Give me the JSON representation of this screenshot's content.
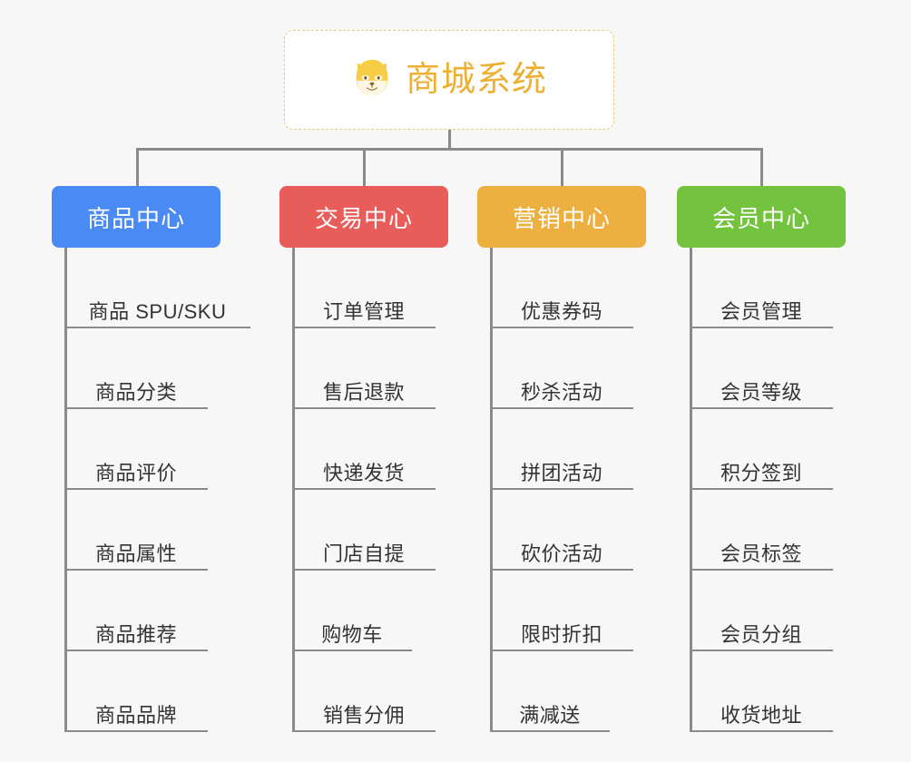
{
  "diagram": {
    "title": "商城系统",
    "root_icon": "shiba-dog-icon",
    "root": {
      "label": "商城系统",
      "border_color": "#efc47a",
      "text_color": "#eeb033",
      "background": "#ffffff"
    },
    "connector_color": "#8a8a8a",
    "background": "#f7f7f7",
    "branches": [
      {
        "label": "商品中心",
        "color": "#4a8af4",
        "items": [
          "商品 SPU/SKU",
          "商品分类",
          "商品评价",
          "商品属性",
          "商品推荐",
          "商品品牌"
        ]
      },
      {
        "label": "交易中心",
        "color": "#e85d59",
        "items": [
          "订单管理",
          "售后退款",
          "快递发货",
          "门店自提",
          "购物车",
          "销售分佣"
        ]
      },
      {
        "label": "营销中心",
        "color": "#eeaf41",
        "items": [
          "优惠券码",
          "秒杀活动",
          "拼团活动",
          "砍价活动",
          "限时折扣",
          "满减送"
        ]
      },
      {
        "label": "会员中心",
        "color": "#73c33e",
        "items": [
          "会员管理",
          "会员等级",
          "积分签到",
          "会员标签",
          "会员分组",
          "收货地址"
        ]
      }
    ]
  }
}
